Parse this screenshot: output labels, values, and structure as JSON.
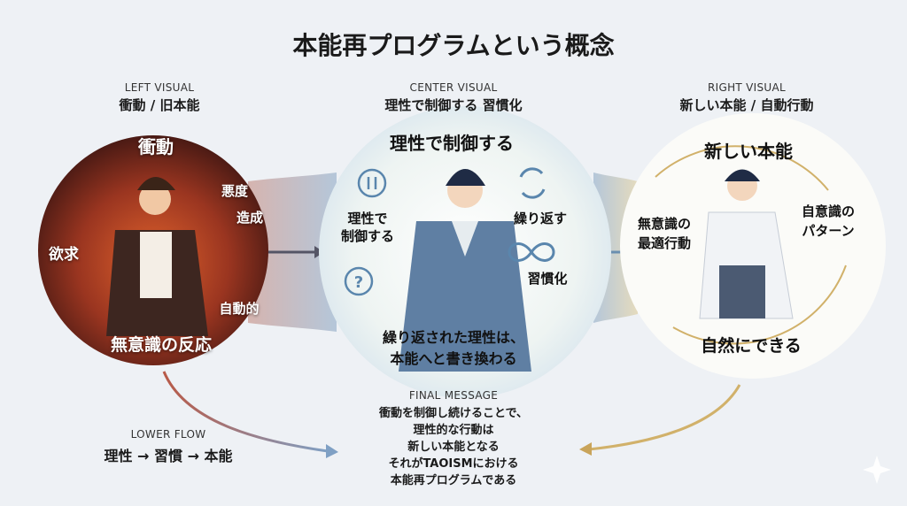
{
  "title": "本能再プログラムという概念",
  "left": {
    "caption": "LEFT VISUAL",
    "subtitle": "衝動 / 旧本能",
    "labels": [
      "衝動",
      "悪度",
      "造成",
      "欲求",
      "自動的",
      "無意識の反応"
    ]
  },
  "center": {
    "caption": "CENTER VISUAL",
    "subtitle": "理性で制御する 習慣化",
    "heading": "理性で制御する",
    "left_label_1": "理性で",
    "left_label_2": "制御する",
    "right_label_1": "繰り返す",
    "right_label_2": "習慣化",
    "bottom_1": "繰り返された理性は、",
    "bottom_2": "本能へと書き換わる"
  },
  "right": {
    "caption": "RIGHT VISUAL",
    "subtitle": "新しい本能 / 自動行動",
    "heading": "新しい本能",
    "left_1": "無意識の",
    "left_2": "最適行動",
    "right_1": "自意識の",
    "right_2": "パターン",
    "bottom": "自然にできる"
  },
  "lower_flow": {
    "caption": "LOWER FLOW",
    "text": "理性 → 習慣 → 本能"
  },
  "final": {
    "caption": "FINAL MESSAGE",
    "lines": [
      "衝動を制御し続けることで、",
      "理性的な行動は",
      "新しい本能となる",
      "それがTAOISMにおける",
      "本能再プログラムである"
    ]
  },
  "colors": {
    "impulse": "#8a2a1a",
    "reason": "#5a86ad",
    "instinct": "#c9a45a"
  }
}
